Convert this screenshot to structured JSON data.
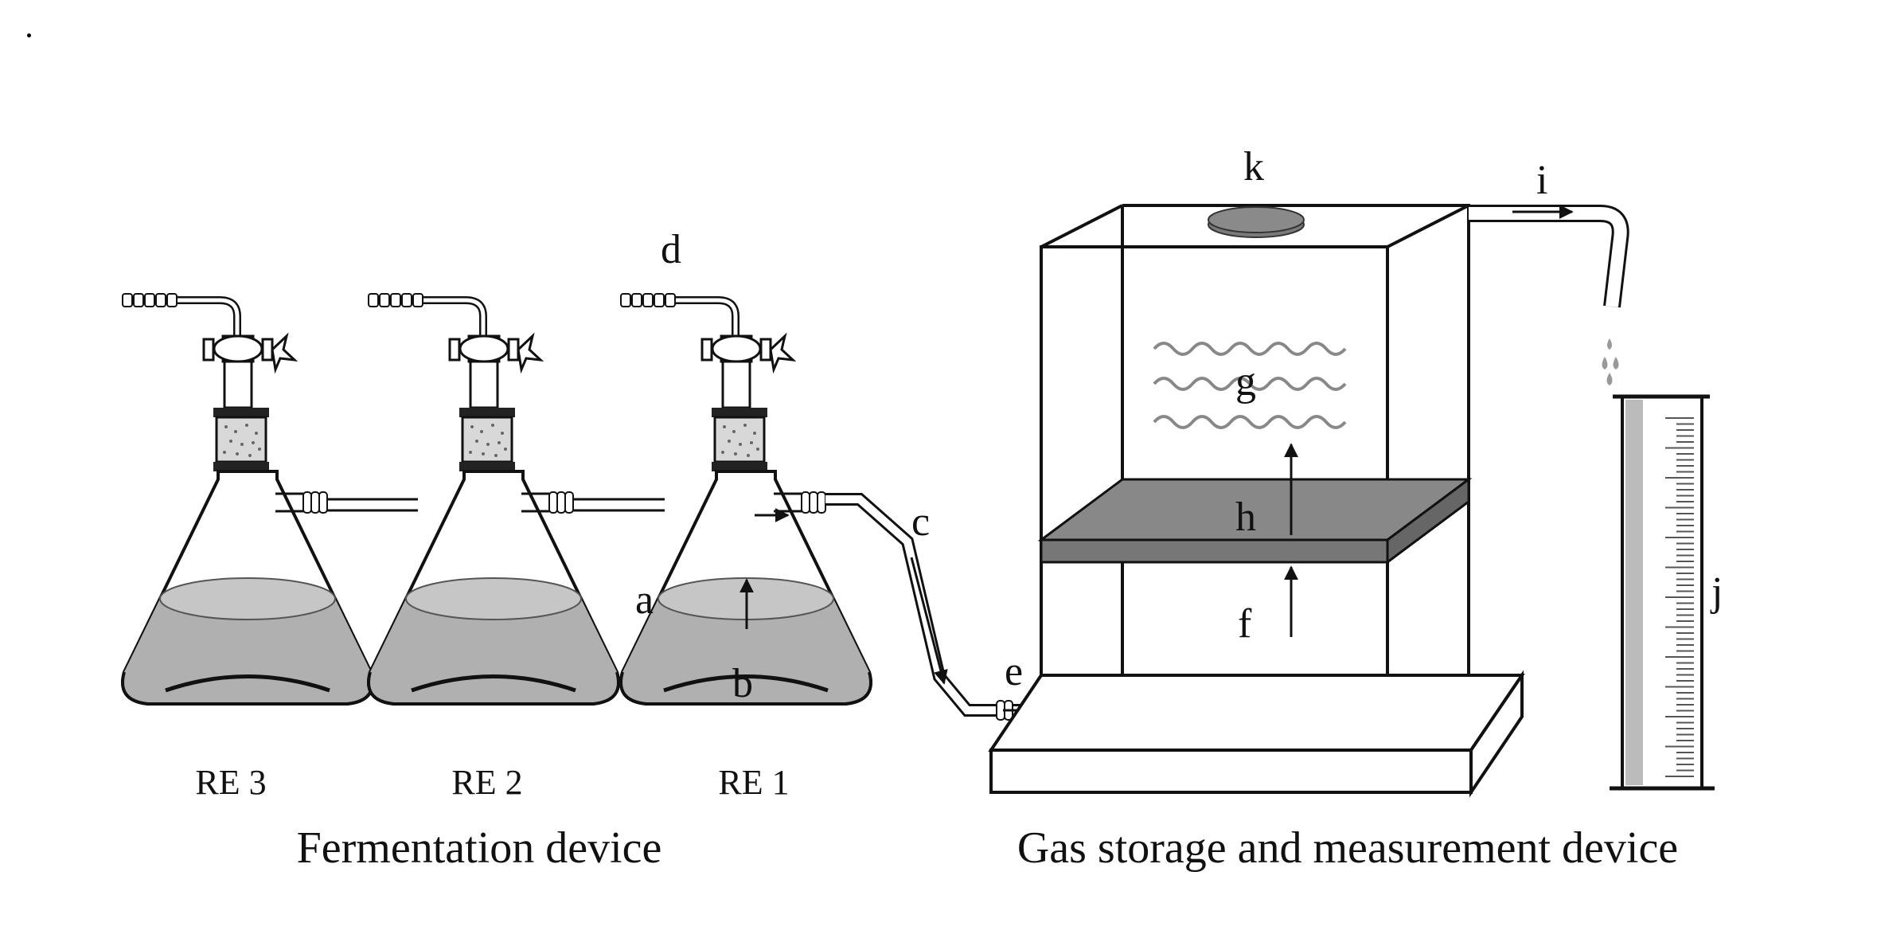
{
  "diagram": {
    "captions": {
      "fermentation": "Fermentation device",
      "gas_storage": "Gas storage and measurement device"
    },
    "flasks": [
      "RE 3",
      "RE 2",
      "RE 1"
    ],
    "letters": {
      "a": "a",
      "b": "b",
      "c": "c",
      "d": "d",
      "e": "e",
      "f": "f",
      "g": "g",
      "h": "h",
      "i": "i",
      "j": "j",
      "k": "k"
    },
    "colors": {
      "liquid": "#b0b0b0",
      "liquid_surface": "#c6c6c6",
      "plate": "#888888",
      "weight": "#7a7a7a",
      "outline": "#111111"
    }
  }
}
